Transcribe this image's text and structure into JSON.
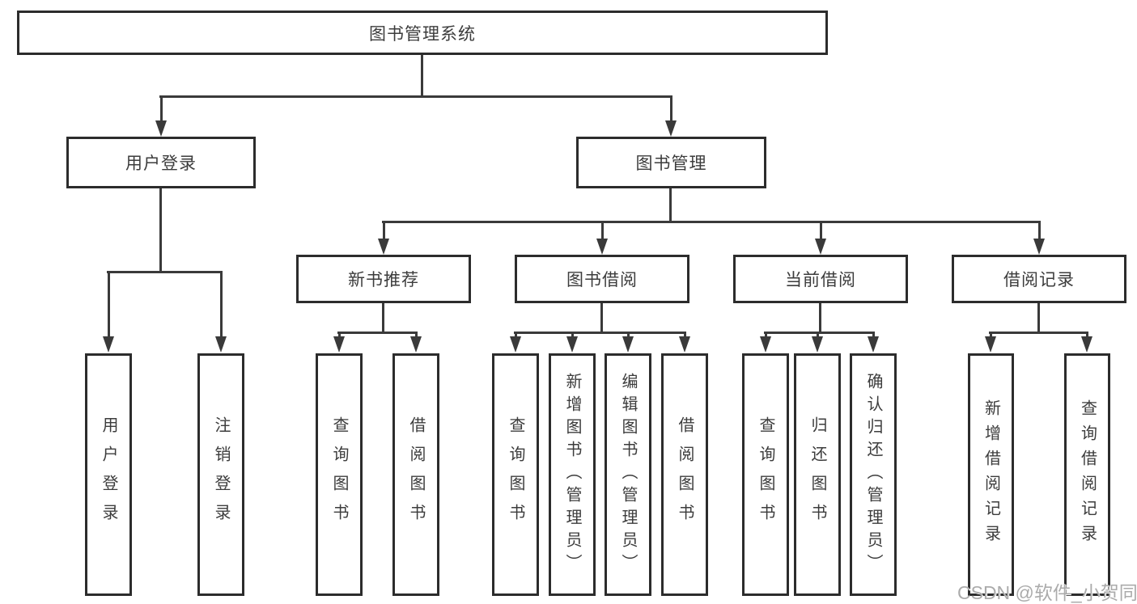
{
  "tree": {
    "label": "图书管理系统",
    "children": [
      {
        "label": "用户登录",
        "children": [
          {
            "label": "用户登录"
          },
          {
            "label": "注销登录"
          }
        ]
      },
      {
        "label": "图书管理",
        "children": [
          {
            "label": "新书推荐",
            "children": [
              {
                "label": "查询图书"
              },
              {
                "label": "借阅图书"
              }
            ]
          },
          {
            "label": "图书借阅",
            "children": [
              {
                "label": "查询图书"
              },
              {
                "label": "新增图书（管理员）"
              },
              {
                "label": "编辑图书（管理员）"
              },
              {
                "label": "借阅图书"
              }
            ]
          },
          {
            "label": "当前借阅",
            "children": [
              {
                "label": "查询图书"
              },
              {
                "label": "归还图书"
              },
              {
                "label": "确认归还（管理员）"
              }
            ]
          },
          {
            "label": "借阅记录",
            "children": [
              {
                "label": "新增借阅记录"
              },
              {
                "label": "查询借阅记录"
              }
            ]
          }
        ]
      }
    ]
  },
  "watermark": {
    "text": "CSDN @软件_小贺同学"
  },
  "colors": {
    "line": "#3a3a3a",
    "box_border": "#2c2c2c",
    "text": "#3c3c3c",
    "watermark": "#ababab",
    "background": "#ffffff"
  }
}
